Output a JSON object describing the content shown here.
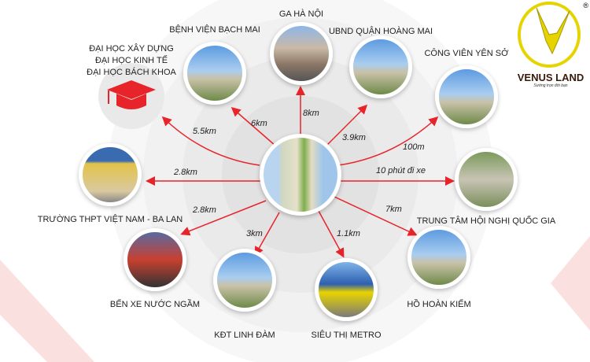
{
  "center": {
    "name": "project-tower"
  },
  "destinations": [
    {
      "id": "university",
      "label_lines": [
        "ĐẠI HỌC XÂY DỰNG",
        "ĐẠI HỌC KINH TẾ",
        "ĐẠI HỌC BÁCH KHOA"
      ],
      "distance": "5.5km"
    },
    {
      "id": "bach-mai",
      "label": "BỆNH VIỆN BẠCH MAI",
      "distance": "6km"
    },
    {
      "id": "ga-ha-noi",
      "label": "GA HÀ NỘI",
      "distance": "8km"
    },
    {
      "id": "ubnd",
      "label": "UBND QUẬN HOÀNG MAI",
      "distance": "3.9km"
    },
    {
      "id": "yen-so",
      "label": "CÔNG VIÊN YÊN SỞ",
      "distance": "100m"
    },
    {
      "id": "hnqg",
      "label": "TRUNG TÂM HỘI NGHỊ QUỐC GIA",
      "distance": "10 phút đi xe"
    },
    {
      "id": "hoan-kiem",
      "label": "HỒ HOÀN KIẾM",
      "distance": "7km"
    },
    {
      "id": "metro",
      "label": "SIÊU THỊ METRO",
      "distance": "1.1km"
    },
    {
      "id": "linh-dam",
      "label": "KĐT LINH ĐÀM",
      "distance": "3km"
    },
    {
      "id": "ben-xe",
      "label": "BẾN XE NƯỚC NGẦM",
      "distance": "2.8km"
    },
    {
      "id": "thpt",
      "label": "TRƯỜNG THPT VIỆT NAM - BA LAN",
      "distance": "2.8km"
    }
  ],
  "logo": {
    "text": "VENUS LAND",
    "tagline": "Sướng trọn đời bạn",
    "registered": "®"
  },
  "colors": {
    "accent": "#e8242b",
    "logo": "#e6d400"
  }
}
